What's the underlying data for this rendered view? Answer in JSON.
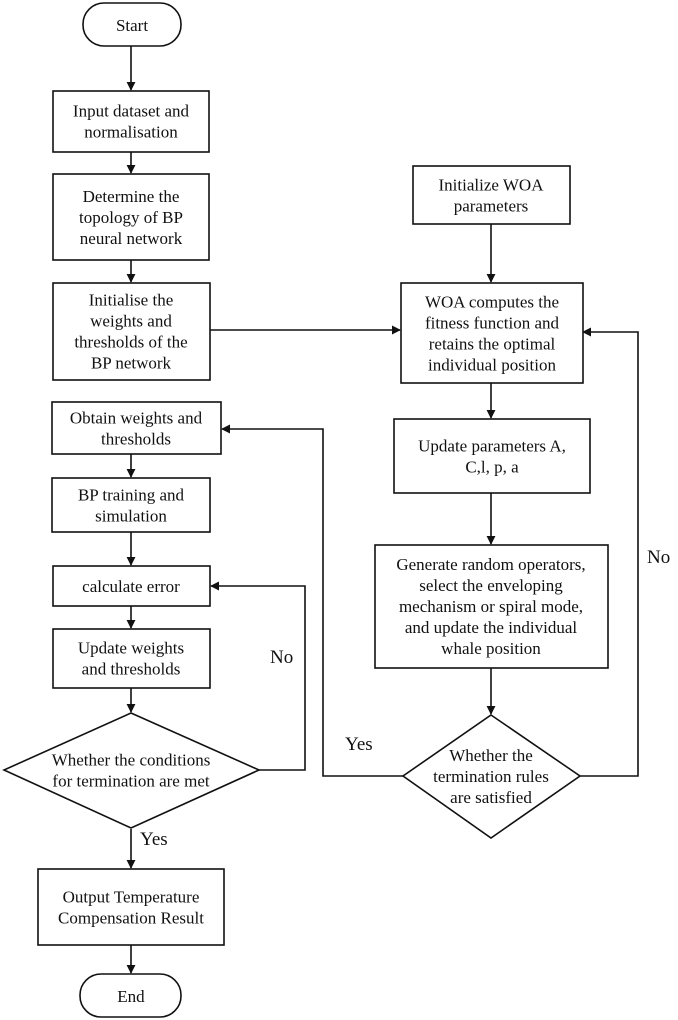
{
  "colors": {
    "stroke": "#111111",
    "background": "#ffffff"
  },
  "nodes": {
    "start": [
      "Start"
    ],
    "input": [
      "Input dataset and",
      "normalisation"
    ],
    "topology": [
      "Determine the",
      "topology of BP",
      "neural network"
    ],
    "init_weights": [
      "Initialise the",
      "weights and",
      "thresholds of the",
      "BP network"
    ],
    "obtain": [
      "Obtain weights and",
      "thresholds"
    ],
    "bp_training": [
      "BP training and",
      "simulation"
    ],
    "calc_error": [
      "calculate error"
    ],
    "update_weights": [
      "Update weights",
      "and thresholds"
    ],
    "cond_left": [
      "Whether the conditions",
      "for termination are met"
    ],
    "output": [
      "Output Temperature",
      "Compensation Result"
    ],
    "end": [
      "End"
    ],
    "init_woa": [
      "Initialize WOA",
      "parameters"
    ],
    "woa_fitness": [
      "WOA computes the",
      "fitness function and",
      "retains the optimal",
      "individual position"
    ],
    "update_params": [
      "Update parameters A,",
      "C,l, p, a"
    ],
    "generate": [
      "Generate random operators,",
      "select the enveloping",
      "mechanism or spiral mode,",
      "and update the individual",
      "whale position"
    ],
    "cond_right": [
      "Whether the",
      "termination rules",
      "are satisfied"
    ]
  },
  "labels": {
    "left_no": "No",
    "left_yes": "Yes",
    "right_no": "No",
    "right_yes": "Yes"
  }
}
